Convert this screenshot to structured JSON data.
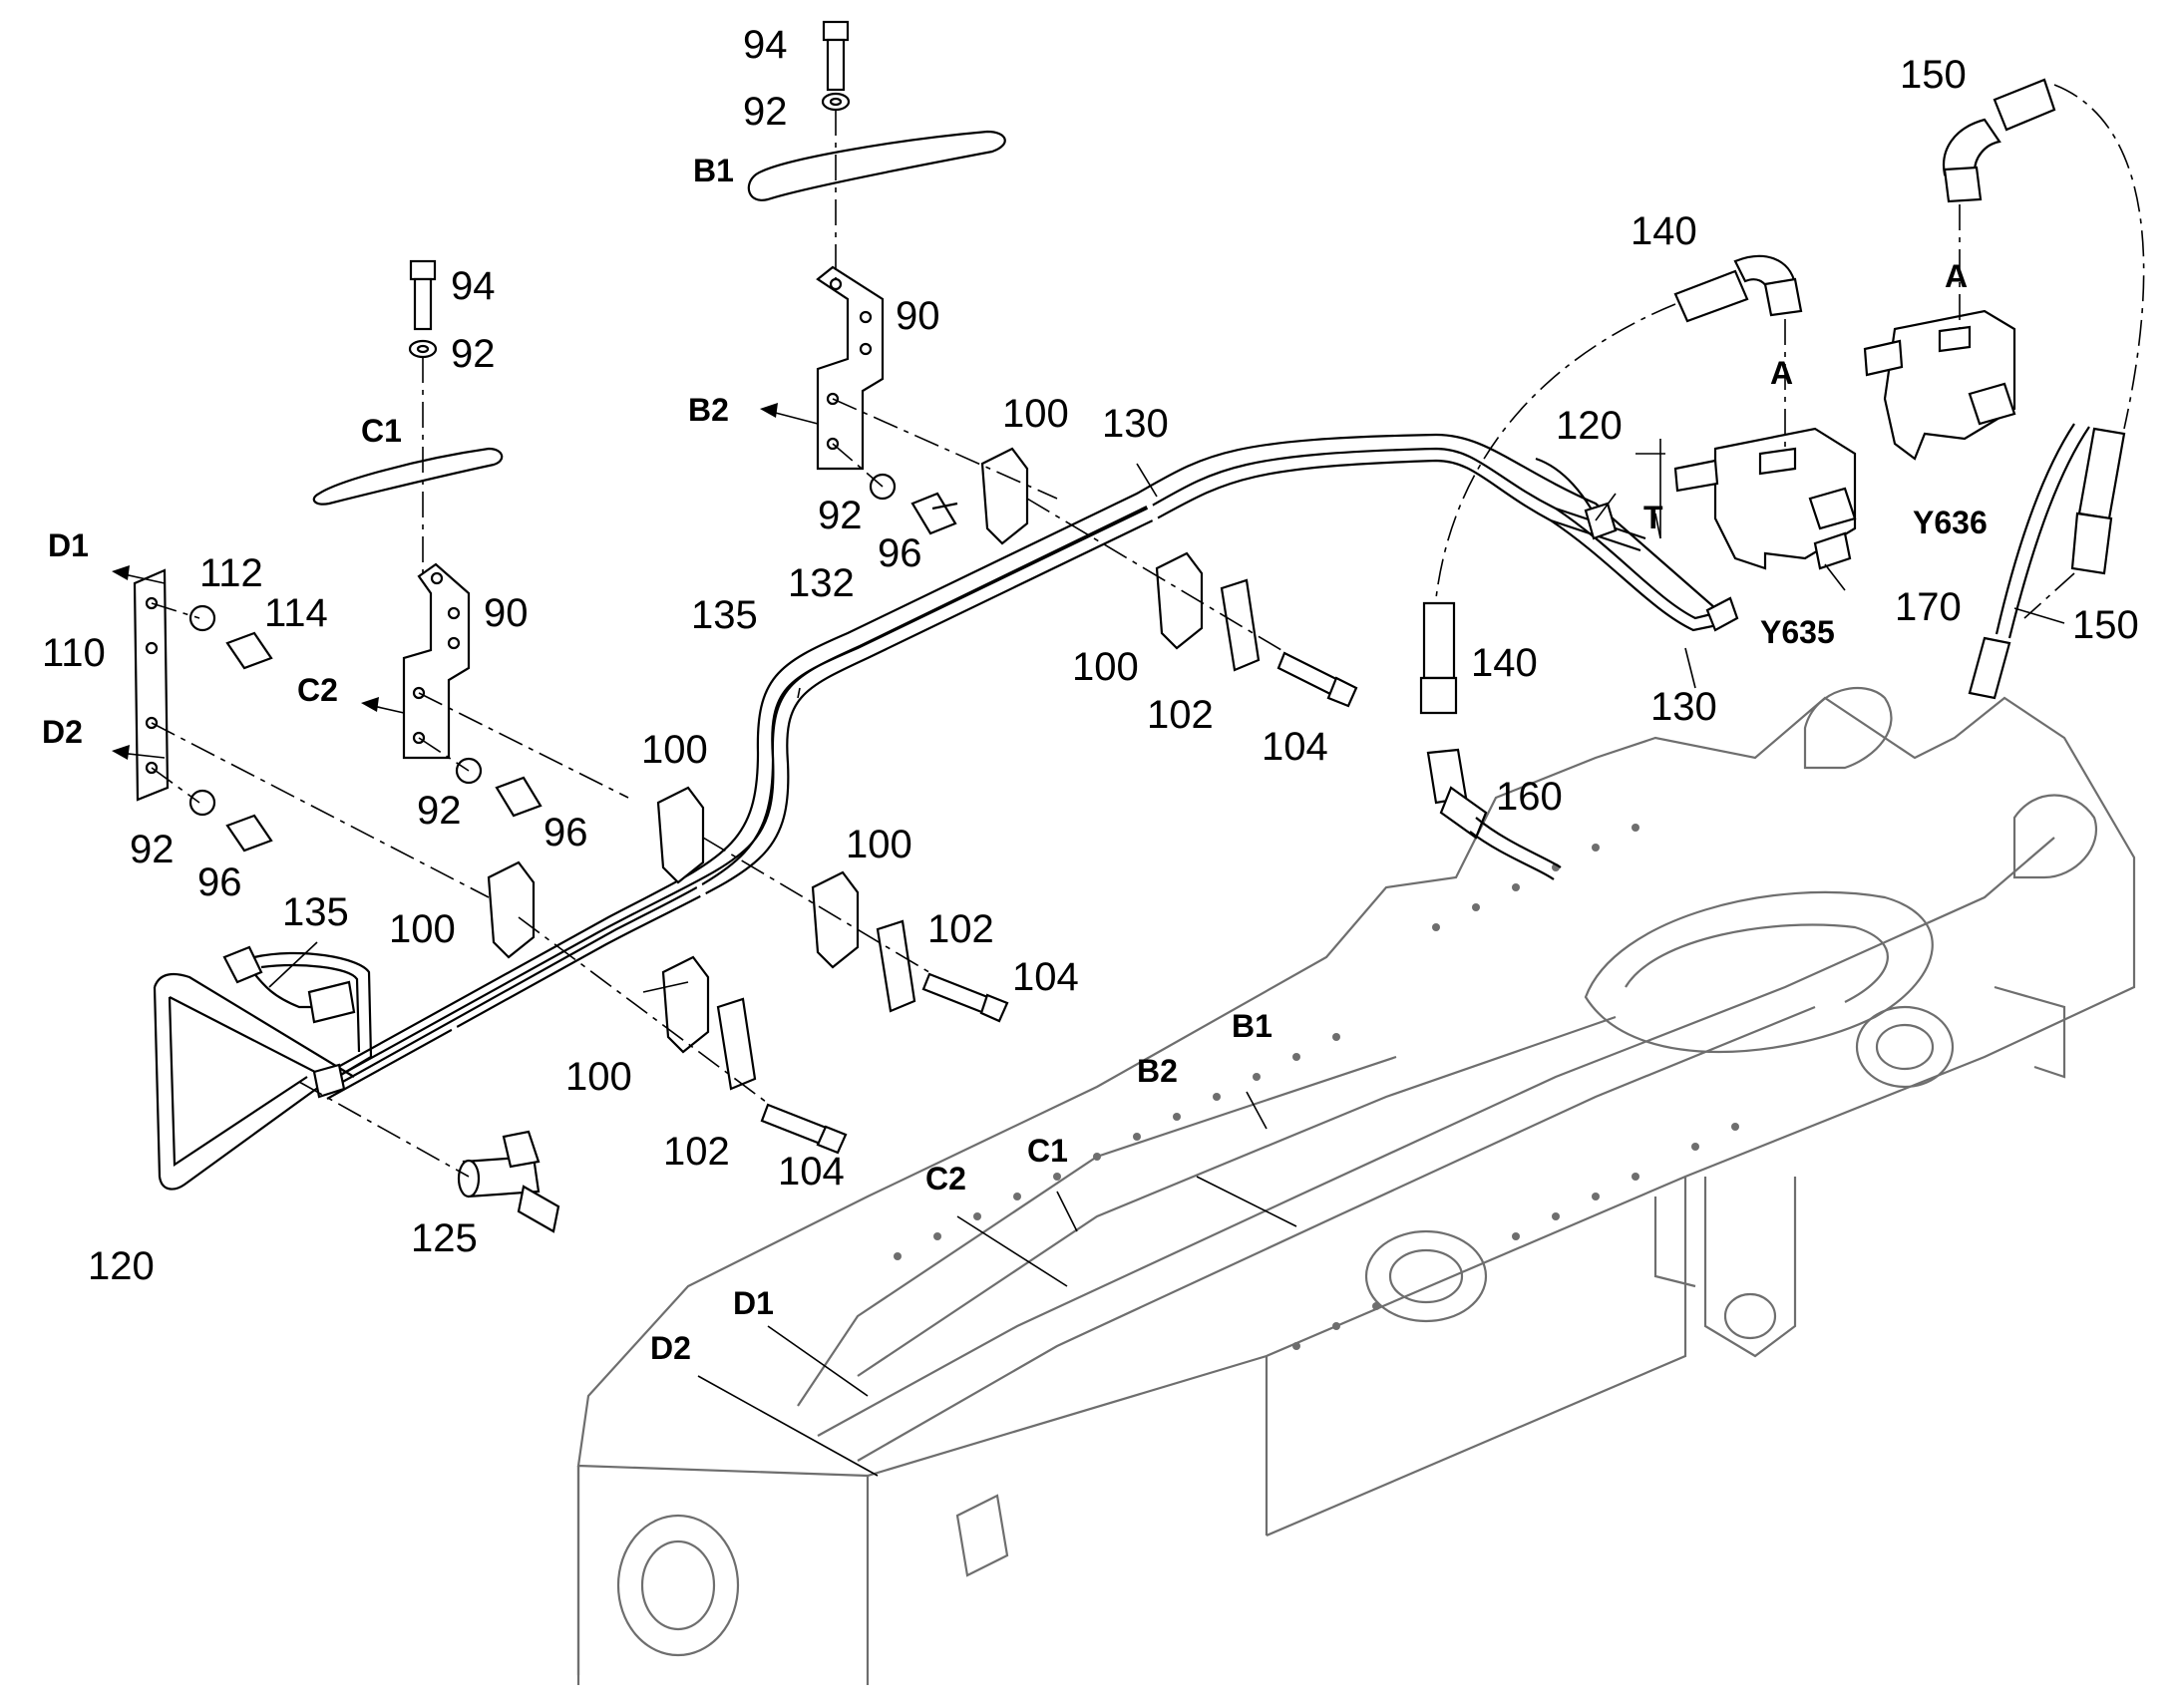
{
  "diagram": {
    "colors": {
      "ink": "#000000",
      "frame": "#6e6e6e",
      "background": "#ffffff"
    },
    "parts": {
      "p90": "90",
      "p92": "92",
      "p94": "94",
      "p96": "96",
      "p100": "100",
      "p102": "102",
      "p104": "104",
      "p110": "110",
      "p112": "112",
      "p114": "114",
      "p120": "120",
      "p125": "125",
      "p130": "130",
      "p132": "132",
      "p135": "135",
      "p140": "140",
      "p150": "150",
      "p160": "160",
      "p170": "170"
    },
    "refs": {
      "B1": "B1",
      "B2": "B2",
      "C1": "C1",
      "C2": "C2",
      "D1": "D1",
      "D2": "D2",
      "A": "A",
      "T": "T"
    },
    "valves": {
      "y635": "Y635",
      "y636": "Y636"
    }
  }
}
